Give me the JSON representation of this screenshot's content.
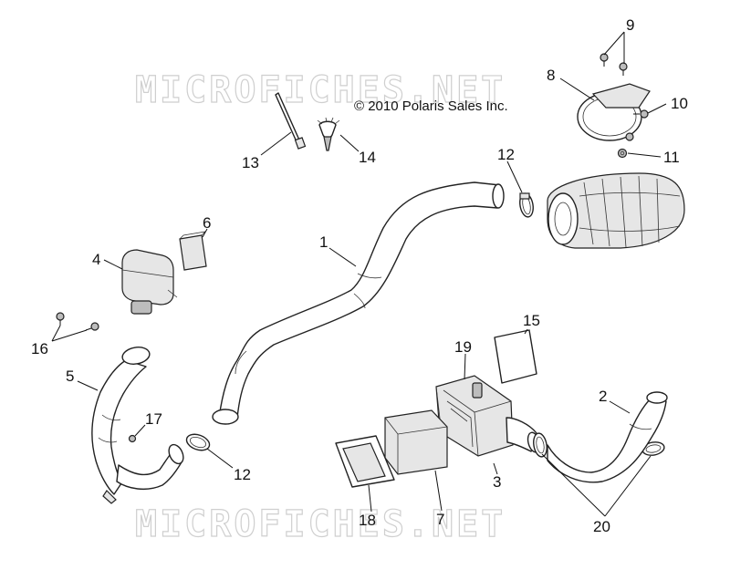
{
  "copyright": "© 2010 Polaris Sales Inc.",
  "watermark": "MICROFICHES.NET",
  "callouts": {
    "c1": "1",
    "c2": "2",
    "c3": "3",
    "c4": "4",
    "c5": "5",
    "c6": "6",
    "c7": "7",
    "c8": "8",
    "c9": "9",
    "c10": "10",
    "c11": "11",
    "c12a": "12",
    "c12b": "12",
    "c13": "13",
    "c14": "14",
    "c15": "15",
    "c16": "16",
    "c17": "17",
    "c18": "18",
    "c19": "19",
    "c20": "20"
  },
  "colors": {
    "ink": "#111111",
    "watermark": "#cfcfcf",
    "background": "#ffffff"
  }
}
